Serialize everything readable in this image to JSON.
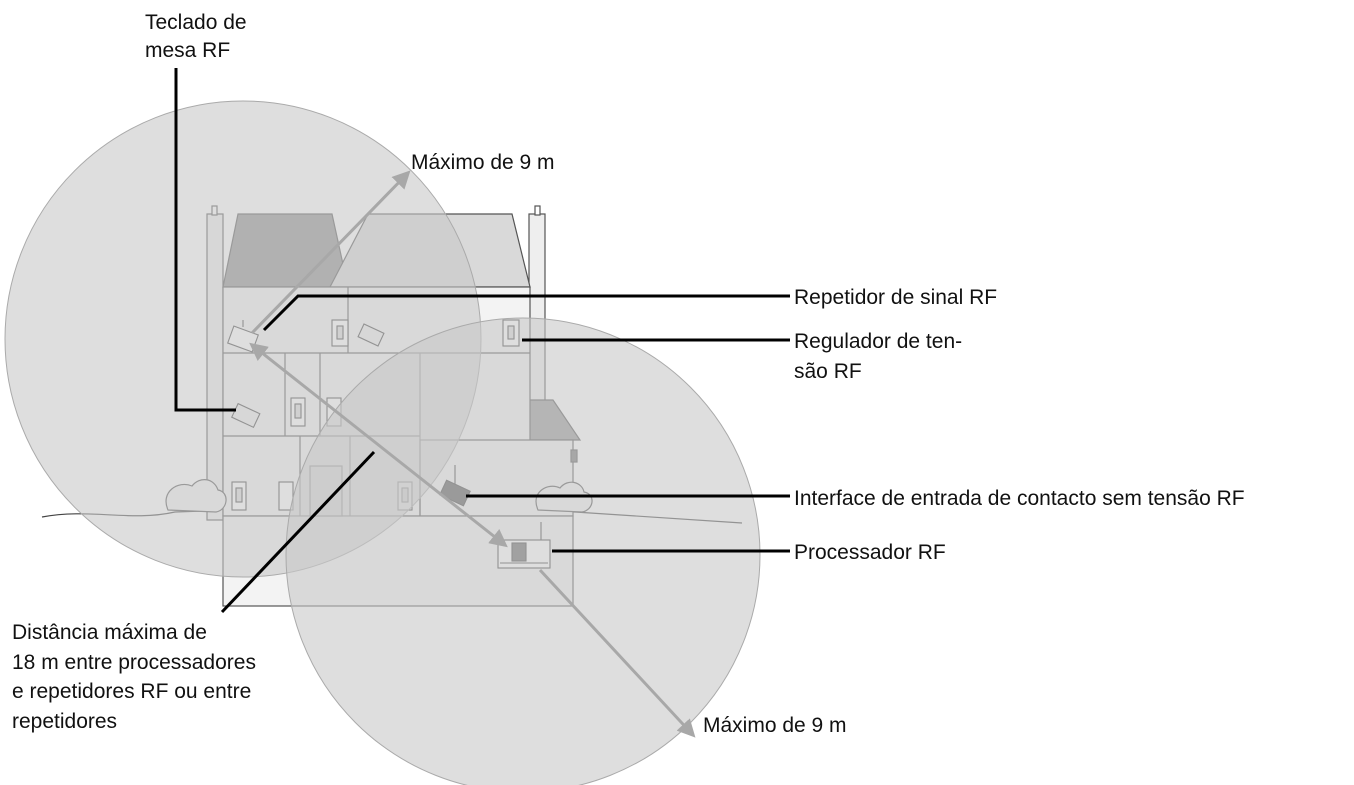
{
  "labels": {
    "desk_keypad_line1": "Teclado de",
    "desk_keypad_line2": "mesa RF",
    "max_top": "Máximo de 9 m",
    "repeater": "Repetidor de sinal RF",
    "dimmer_line1": "Regulador de ten-",
    "dimmer_line2": "são RF",
    "contact_interface": "Interface de entrada de contacto sem tensão RF",
    "processor": "Processador RF",
    "distance_line1": "Distância máxima de",
    "distance_line2": "18 m entre processadores",
    "distance_line3": "e repetidores RF ou entre",
    "distance_line4": "repetidores",
    "max_bottom": "Máximo de 9 m"
  },
  "colors": {
    "coverage_circle": "#c8c8c8",
    "arrow": "#a8a8a8",
    "leader_line": "#000000",
    "house_outline": "#555555"
  }
}
